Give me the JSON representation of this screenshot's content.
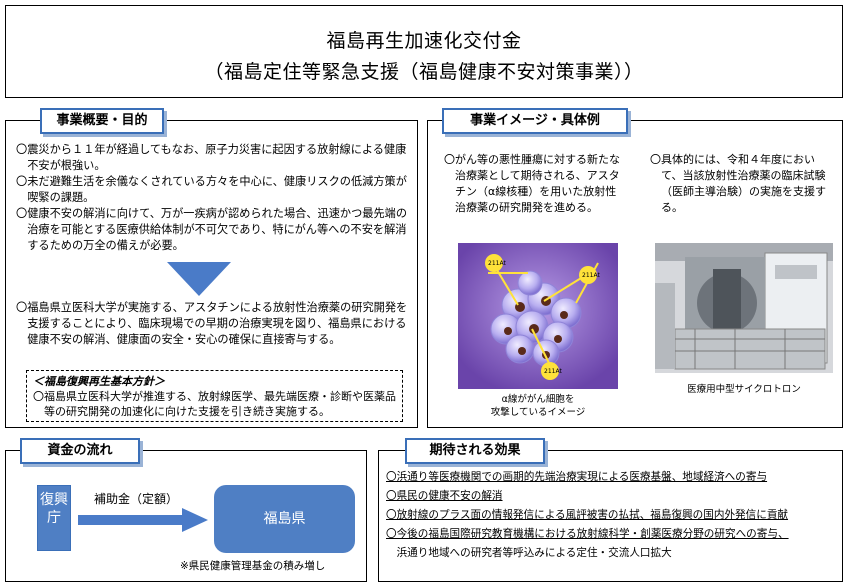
{
  "title": {
    "line1": "福島再生加速化交付金",
    "line2": "（福島定住等緊急支援（福島健康不安対策事業））"
  },
  "overview": {
    "label": "事業概要・目的",
    "bullets": [
      "〇震災から１１年が経過してもなお、原子力災害に起因する放射線による健康不安が根強い。",
      "〇未だ避難生活を余儀なくされている方々を中心に、健康リスクの低減方策が喫緊の課題。",
      "〇健康不安の解消に向けて、万が一疾病が認められた場合、迅速かつ最先端の治療を可能とする医療供給体制が不可欠であり、特にがん等への不安を解消するための万全の備えが必要。"
    ],
    "result": "〇福島県立医科大学が実施する、アスタチンによる放射性治療薬の研究開発を支援することにより、臨床現場での早期の治療実現を図り、福島県における健康不安の解消、健康面の安全・安心の確保に直接寄与する。",
    "policy_heading": "＜福島復興再生基本方針＞",
    "policy_text": "〇福島県立医科大学が推進する、放射線医学、最先端医療・診断や医薬品等の研究開発の加速化に向けた支援を引き続き実施する。"
  },
  "image": {
    "label": "事業イメージ・具体例",
    "left_text": "〇がん等の悪性腫瘍に対する新たな治療薬として期待される、アスタチン（α線核種）を用いた放射性治療薬の研究開発を進める。",
    "right_text": "〇具体的には、令和４年度において、当該放射性治療薬の臨床試験（医師主導治験）の実施を支援する。",
    "left_caption_1": "α線ががん細胞を",
    "left_caption_2": "攻撃しているイメージ",
    "right_caption": "医療用中型サイクロトロン",
    "isotope_labels": [
      "211At",
      "211At",
      "211At"
    ]
  },
  "flow": {
    "label": "資金の流れ",
    "from": "復興庁",
    "arrow_label": "補助金（定額）",
    "to": "福島県",
    "note": "※県民健康管理基金の積み増し"
  },
  "effects": {
    "label": "期待される効果",
    "items": [
      "〇浜通り等医療機関での画期的先端治療実現による医療基盤、地域経済への寄与",
      "〇県民の健康不安の解消",
      "〇放射線のプラス面の情報発信による風評被害の払拭、福島復興の国内外発信に貢献",
      "〇今後の福島国際研究教育機構における放射線科学・創薬医療分野の研究への寄与、",
      "浜通り地域への研究者等呼込みによる定住・交流人口拡大"
    ]
  },
  "colors": {
    "accent": "#3a6fb8",
    "box_fill": "#4f7fc4",
    "arrow_fill": "#4a7bc8"
  }
}
